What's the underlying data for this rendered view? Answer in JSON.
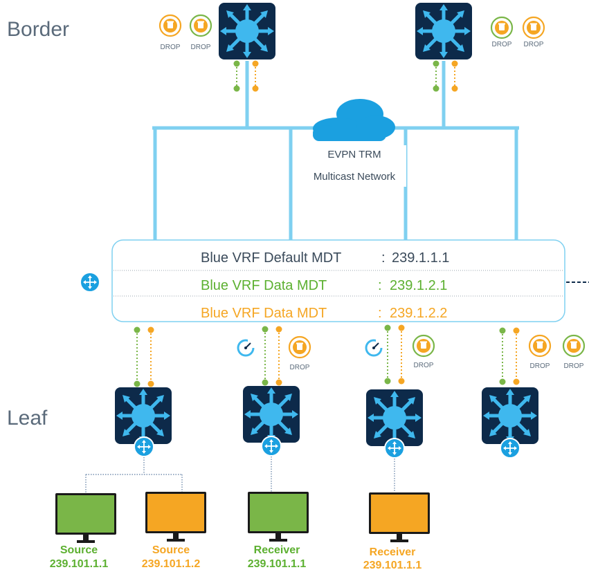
{
  "labels": {
    "border": "Border",
    "leaf": "Leaf"
  },
  "cloud": {
    "line1": "EVPN TRM",
    "line2": "Multicast Network"
  },
  "mdt": {
    "default_name": "Blue VRF Default MDT",
    "default_sep": ":",
    "default_addr": "239.1.1.1",
    "data1_name": "Blue VRF Data MDT",
    "data1_sep": ":",
    "data1_addr": "239.1.2.1",
    "data2_name": "Blue VRF Data MDT",
    "data2_sep": ":",
    "data2_addr": "239.1.2.2"
  },
  "drop_label": "DROP",
  "endpoints": [
    {
      "role": "Source",
      "ip": "239.101.1.1"
    },
    {
      "role": "Source",
      "ip": "239.101.1.2"
    },
    {
      "role": "Receiver",
      "ip": "239.101.1.1"
    },
    {
      "role": "Receiver",
      "ip": "239.101.1.1"
    }
  ],
  "colors": {
    "navy": "#0d2a4a",
    "switch_blue": "#3fb8ee",
    "link_blue": "#7fd0f0",
    "green": "#7ab648",
    "orange": "#f5a623",
    "text_green": "#5cb030",
    "text_orange": "#f5a623",
    "text_dark": "#3a4a5a",
    "label_gray": "#5a6a7a"
  },
  "icons": [
    "switch-icon",
    "router-icon",
    "cloud-icon",
    "trash-drop-icon",
    "speedometer-icon",
    "monitor-icon"
  ]
}
